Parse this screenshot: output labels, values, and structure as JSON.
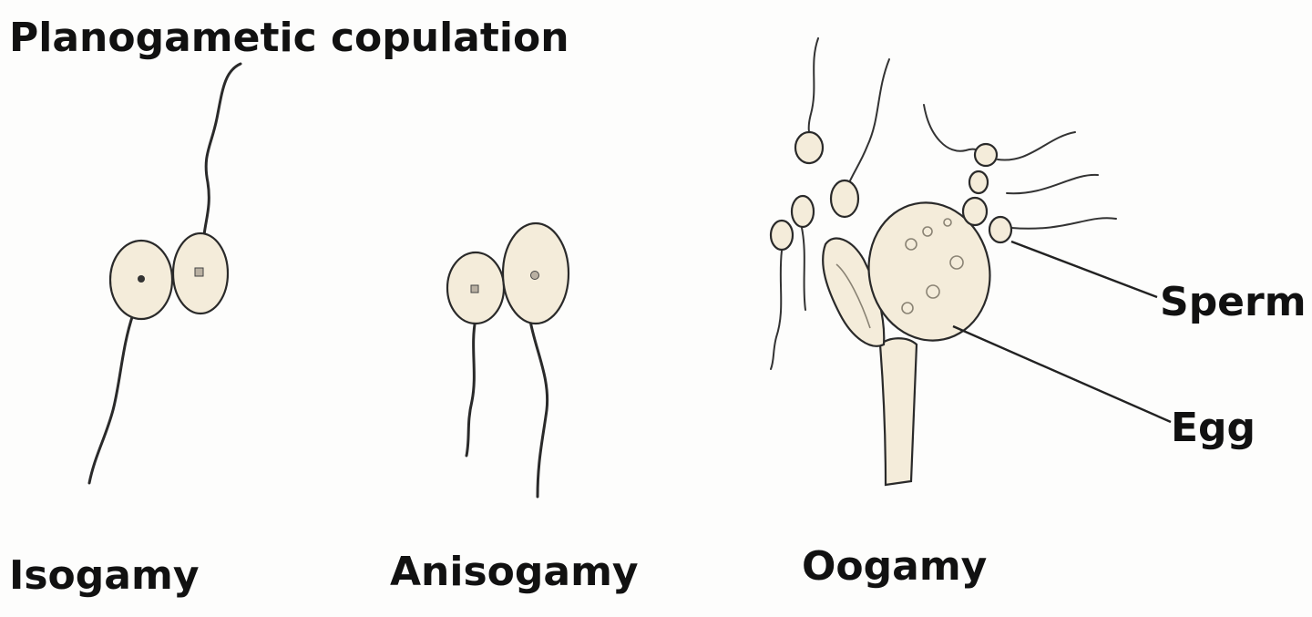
{
  "title": "Planogametic copulation",
  "panels": [
    {
      "id": "isogamy",
      "label": "Isogamy"
    },
    {
      "id": "anisogamy",
      "label": "Anisogamy"
    },
    {
      "id": "oogamy",
      "label": "Oogamy"
    }
  ],
  "callouts": {
    "sperm": "Sperm",
    "egg": "Egg"
  },
  "colors": {
    "cell_fill": "#f4ecda",
    "outline": "#2a2a2a",
    "text": "#111111",
    "background": "#fdfdfc"
  }
}
